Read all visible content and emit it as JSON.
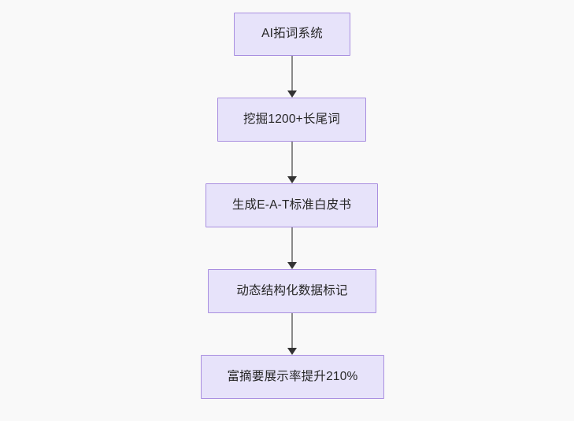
{
  "diagram": {
    "type": "flowchart",
    "orientation": "top-to-bottom",
    "background_color": "#f9f9f9",
    "node_fill_color": "#e7e3fa",
    "node_border_color": "#a98fe0",
    "node_text_color": "#262626",
    "connector_line_color": "#8b8b8b",
    "connector_arrow_color": "#333333",
    "nodes": [
      {
        "id": "n1",
        "label": "AI拓词系统"
      },
      {
        "id": "n2",
        "label": "挖掘1200+长尾词"
      },
      {
        "id": "n3",
        "label": "生成E-A-T标准白皮书"
      },
      {
        "id": "n4",
        "label": "动态结构化数据标记"
      },
      {
        "id": "n5",
        "label": "富摘要展示率提升210%"
      }
    ],
    "edges": [
      {
        "from": "n1",
        "to": "n2"
      },
      {
        "from": "n2",
        "to": "n3"
      },
      {
        "from": "n3",
        "to": "n4"
      },
      {
        "from": "n4",
        "to": "n5"
      }
    ]
  }
}
